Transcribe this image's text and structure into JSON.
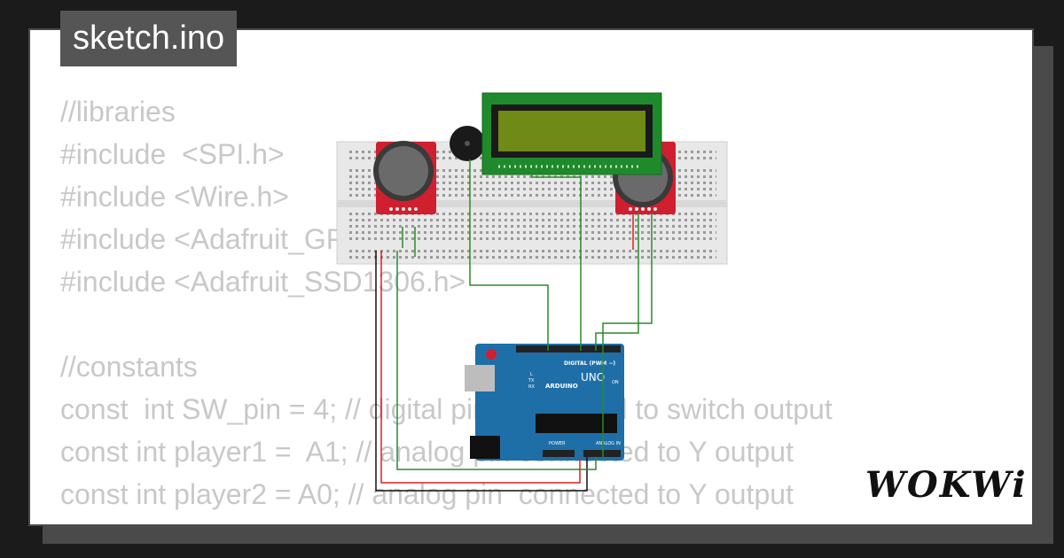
{
  "title": "sketch.ino",
  "brand": "WOKWi",
  "code_lines": [
    "//libraries",
    "#include  <SPI.h>",
    "#include <Wire.h>",
    "#include <Adafruit_GFX.h>",
    "#include <Adafruit_SSD1306.h>",
    "",
    "//constants",
    "const  int SW_pin = 4; // digital pin connected to switch output",
    "const int player1 =  A1; // analog pin connected to Y output",
    "const int player2 = A0; // analog pin  connected to Y output"
  ],
  "board": {
    "name": "UNO",
    "brand": "ARDUINO",
    "digital_label": "DIGITAL (PWM ~)",
    "power_label": "POWER",
    "analog_label": "ANALOG IN",
    "on_label": "ON",
    "tx_label": "TX",
    "rx_label": "RX",
    "l_label": "L"
  },
  "colors": {
    "background": "#1b1b1b",
    "card": "#ffffff",
    "code_text": "#c8c8c8",
    "title_tab": "#555555",
    "arduino_blue": "#1e6fa8",
    "lcd_green": "#1f8a2c",
    "lcd_screen": "#6f8a16",
    "joystick_red": "#d01f2f",
    "wire_green": "#2a8a2a",
    "wire_red": "#d92020",
    "wire_black": "#111111"
  }
}
